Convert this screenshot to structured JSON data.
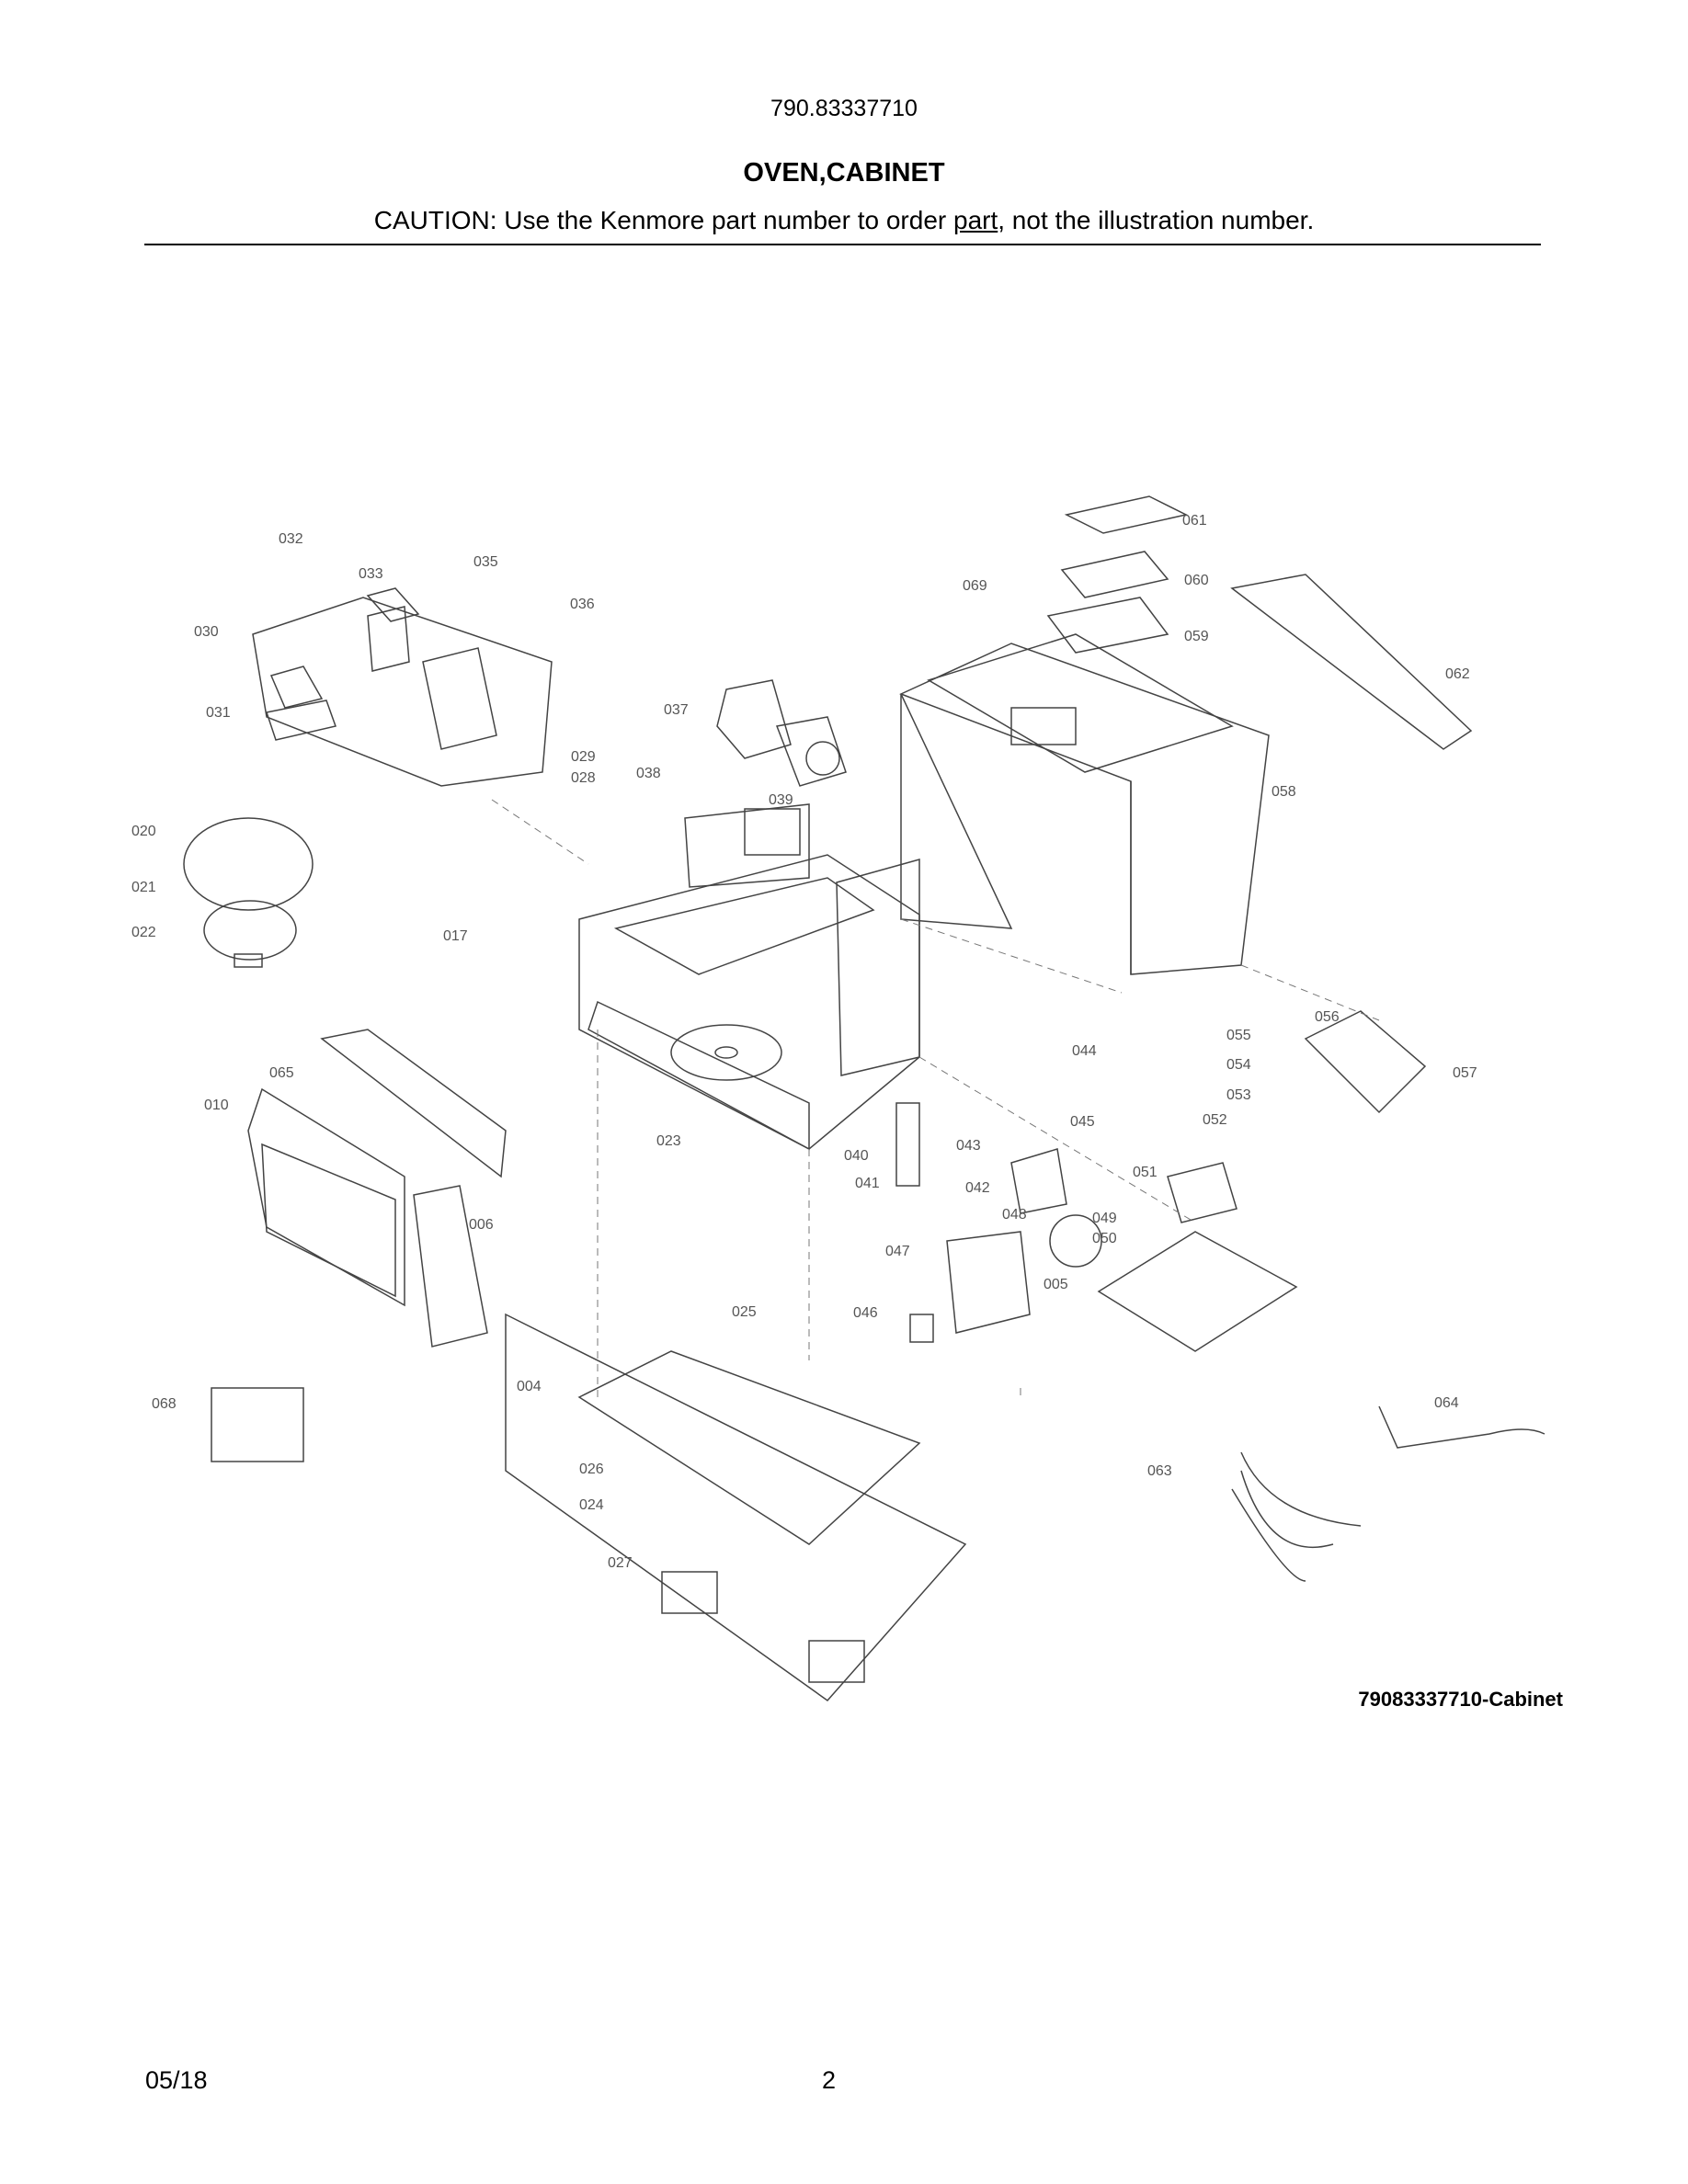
{
  "header": {
    "model_number": "790.83337710",
    "section_title": "OVEN,CABINET",
    "caution_prefix": "CAUTION: Use the Kenmore part number to order ",
    "caution_link": "part",
    "caution_suffix": ", not the illustration number."
  },
  "diagram": {
    "caption": "79083337710-Cabinet",
    "callouts": [
      "032",
      "033",
      "035",
      "036",
      "030",
      "031",
      "029",
      "028",
      "020",
      "021",
      "022",
      "037",
      "038",
      "039",
      "017",
      "061",
      "069",
      "060",
      "059",
      "062",
      "058",
      "065",
      "010",
      "023",
      "040",
      "041",
      "043",
      "042",
      "044",
      "045",
      "056",
      "055",
      "054",
      "053",
      "052",
      "057",
      "051",
      "049",
      "050",
      "048",
      "047",
      "046",
      "005",
      "006",
      "025",
      "004",
      "026",
      "024",
      "027",
      "068",
      "064",
      "063"
    ]
  },
  "footer": {
    "date": "05/18",
    "page_number": "2"
  }
}
